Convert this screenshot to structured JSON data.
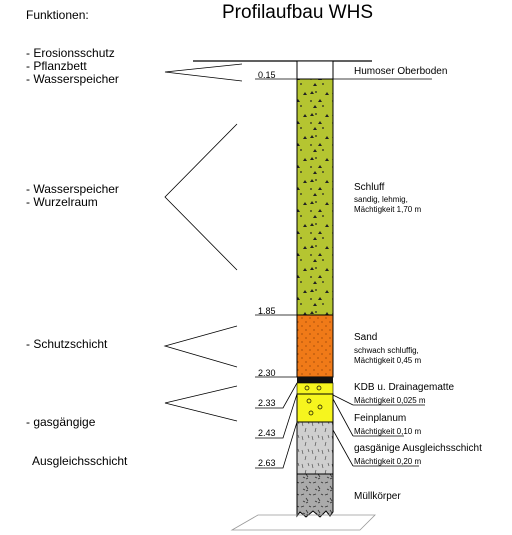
{
  "title": "Profilaufbau WHS",
  "functions_header": "Funktionen:",
  "function_groups": [
    {
      "items": [
        "- Erosionsschutz",
        "- Pflanzbett",
        "- Wasserspeicher"
      ]
    },
    {
      "items": [
        "- Wasserspeicher",
        "- Wurzelraum"
      ]
    },
    {
      "items": [
        "- Schutzschicht"
      ]
    },
    {
      "items": [
        "- gasgängige",
        "  Ausgleichsschicht"
      ]
    }
  ],
  "depth_markers": [
    "0.15",
    "1.85",
    "2.30",
    "2.33",
    "2.43",
    "2.63"
  ],
  "layers": [
    {
      "name": "Humoser Oberboden",
      "details": []
    },
    {
      "name": "Schluff",
      "details": [
        "sandig, lehmig,",
        "Mächtigkeit 1,70 m"
      ]
    },
    {
      "name": "Sand",
      "details": [
        "schwach schluffig,",
        "Mächtigkeit 0,45 m"
      ]
    },
    {
      "name": "KDB u. Drainagematte",
      "details": [
        "Mächtigkeit 0,025 m"
      ]
    },
    {
      "name": "Feinplanum",
      "details": [
        "Mächtigkeit 0,10 m"
      ]
    },
    {
      "name": "gasgänige Ausgleichsschicht",
      "details": [
        "Mächtigkeit 0,20 m"
      ]
    },
    {
      "name": "Müllkörper",
      "details": []
    }
  ],
  "colors": {
    "oberboden": "#ffffff",
    "schluff": "#b5c531",
    "sand": "#f07a18",
    "kdb": "#111111",
    "feinplanum": "#f6f51e",
    "ausgleich": "#cfcfcf",
    "muell": "#aaaaaa"
  }
}
